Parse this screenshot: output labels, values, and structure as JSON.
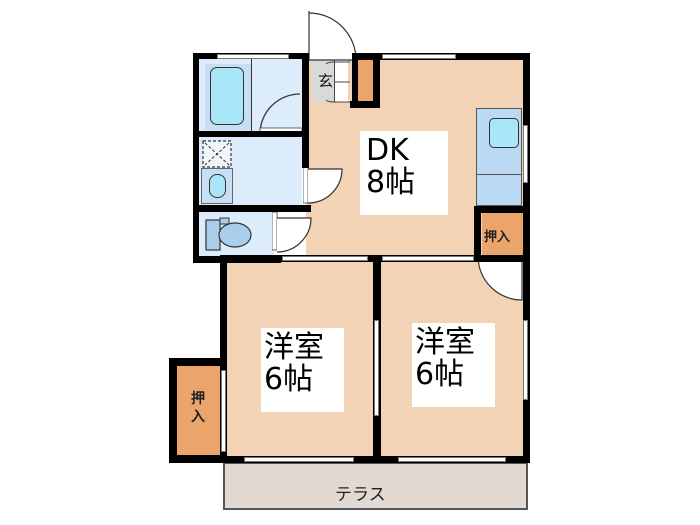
{
  "floorplan": {
    "rooms": {
      "dk": {
        "type": "DK",
        "size": "8帖",
        "line1": "DK",
        "line2": "8帖"
      },
      "western_left": {
        "type": "洋室",
        "size": "6帖",
        "line1": "洋室",
        "line2": "6帖"
      },
      "western_right": {
        "type": "洋室",
        "size": "6帖",
        "line1": "洋室",
        "line2": "6帖"
      },
      "terrace": {
        "label": "テラス"
      },
      "entrance": {
        "label": "玄"
      },
      "closet_dk": {
        "label": "押入"
      },
      "closet_left": {
        "label_top": "押",
        "label_bottom": "入"
      }
    },
    "fixtures": [
      "bathtub-icon",
      "washing-machine-icon",
      "washbasin-icon",
      "toilet-icon",
      "kitchen-sink-icon"
    ],
    "colors": {
      "wood_floor": "#f2d3b5",
      "wet_area": "#dcecfa",
      "closet": "#eba56a",
      "terrace": "#e2dad2",
      "wall": "#000000",
      "fixture_blue": "#a9e6f7"
    }
  }
}
